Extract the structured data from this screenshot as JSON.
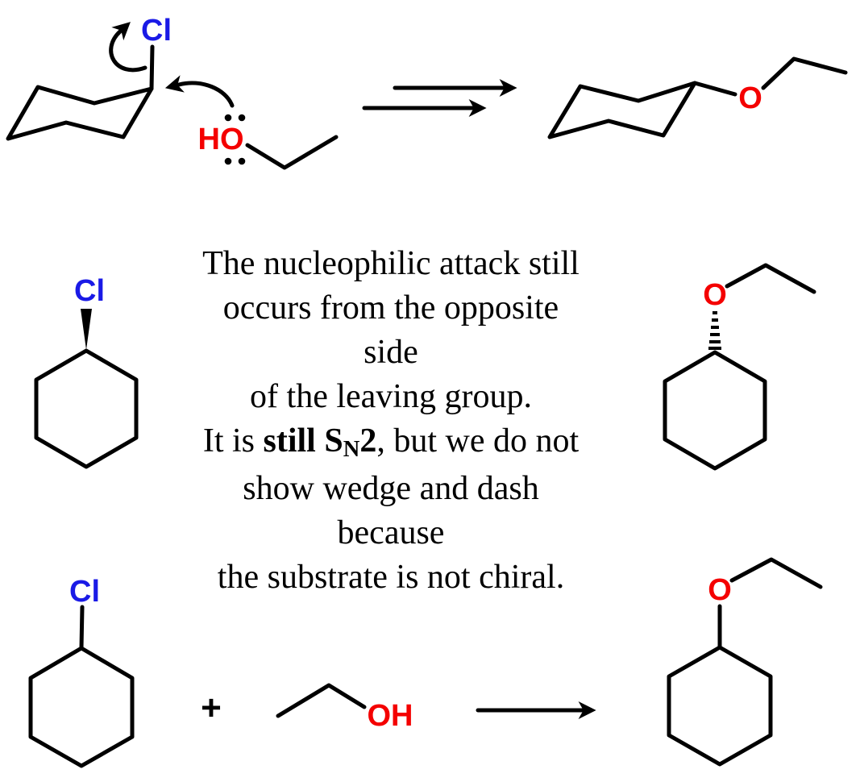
{
  "colors": {
    "bond": "#000000",
    "halogen": "#1a1ae6",
    "oxygen": "#f40000"
  },
  "atom_labels": {
    "chloro": "Cl",
    "hydroxyl_ho": "HO",
    "oxygen": "O",
    "alcohol_oh": "OH"
  },
  "operators": {
    "plus": "+"
  },
  "note": {
    "line1": "The nucleophilic attack still",
    "line2": "occurs from the opposite side",
    "line3": "of the leaving group.",
    "line4_pre": "It is ",
    "line4_bold1": "still S",
    "line4_sub": "N",
    "line4_bold2": "2",
    "line4_post": ", but we do not",
    "line5": "show wedge and dash because",
    "line6": "the substrate is not chiral."
  }
}
